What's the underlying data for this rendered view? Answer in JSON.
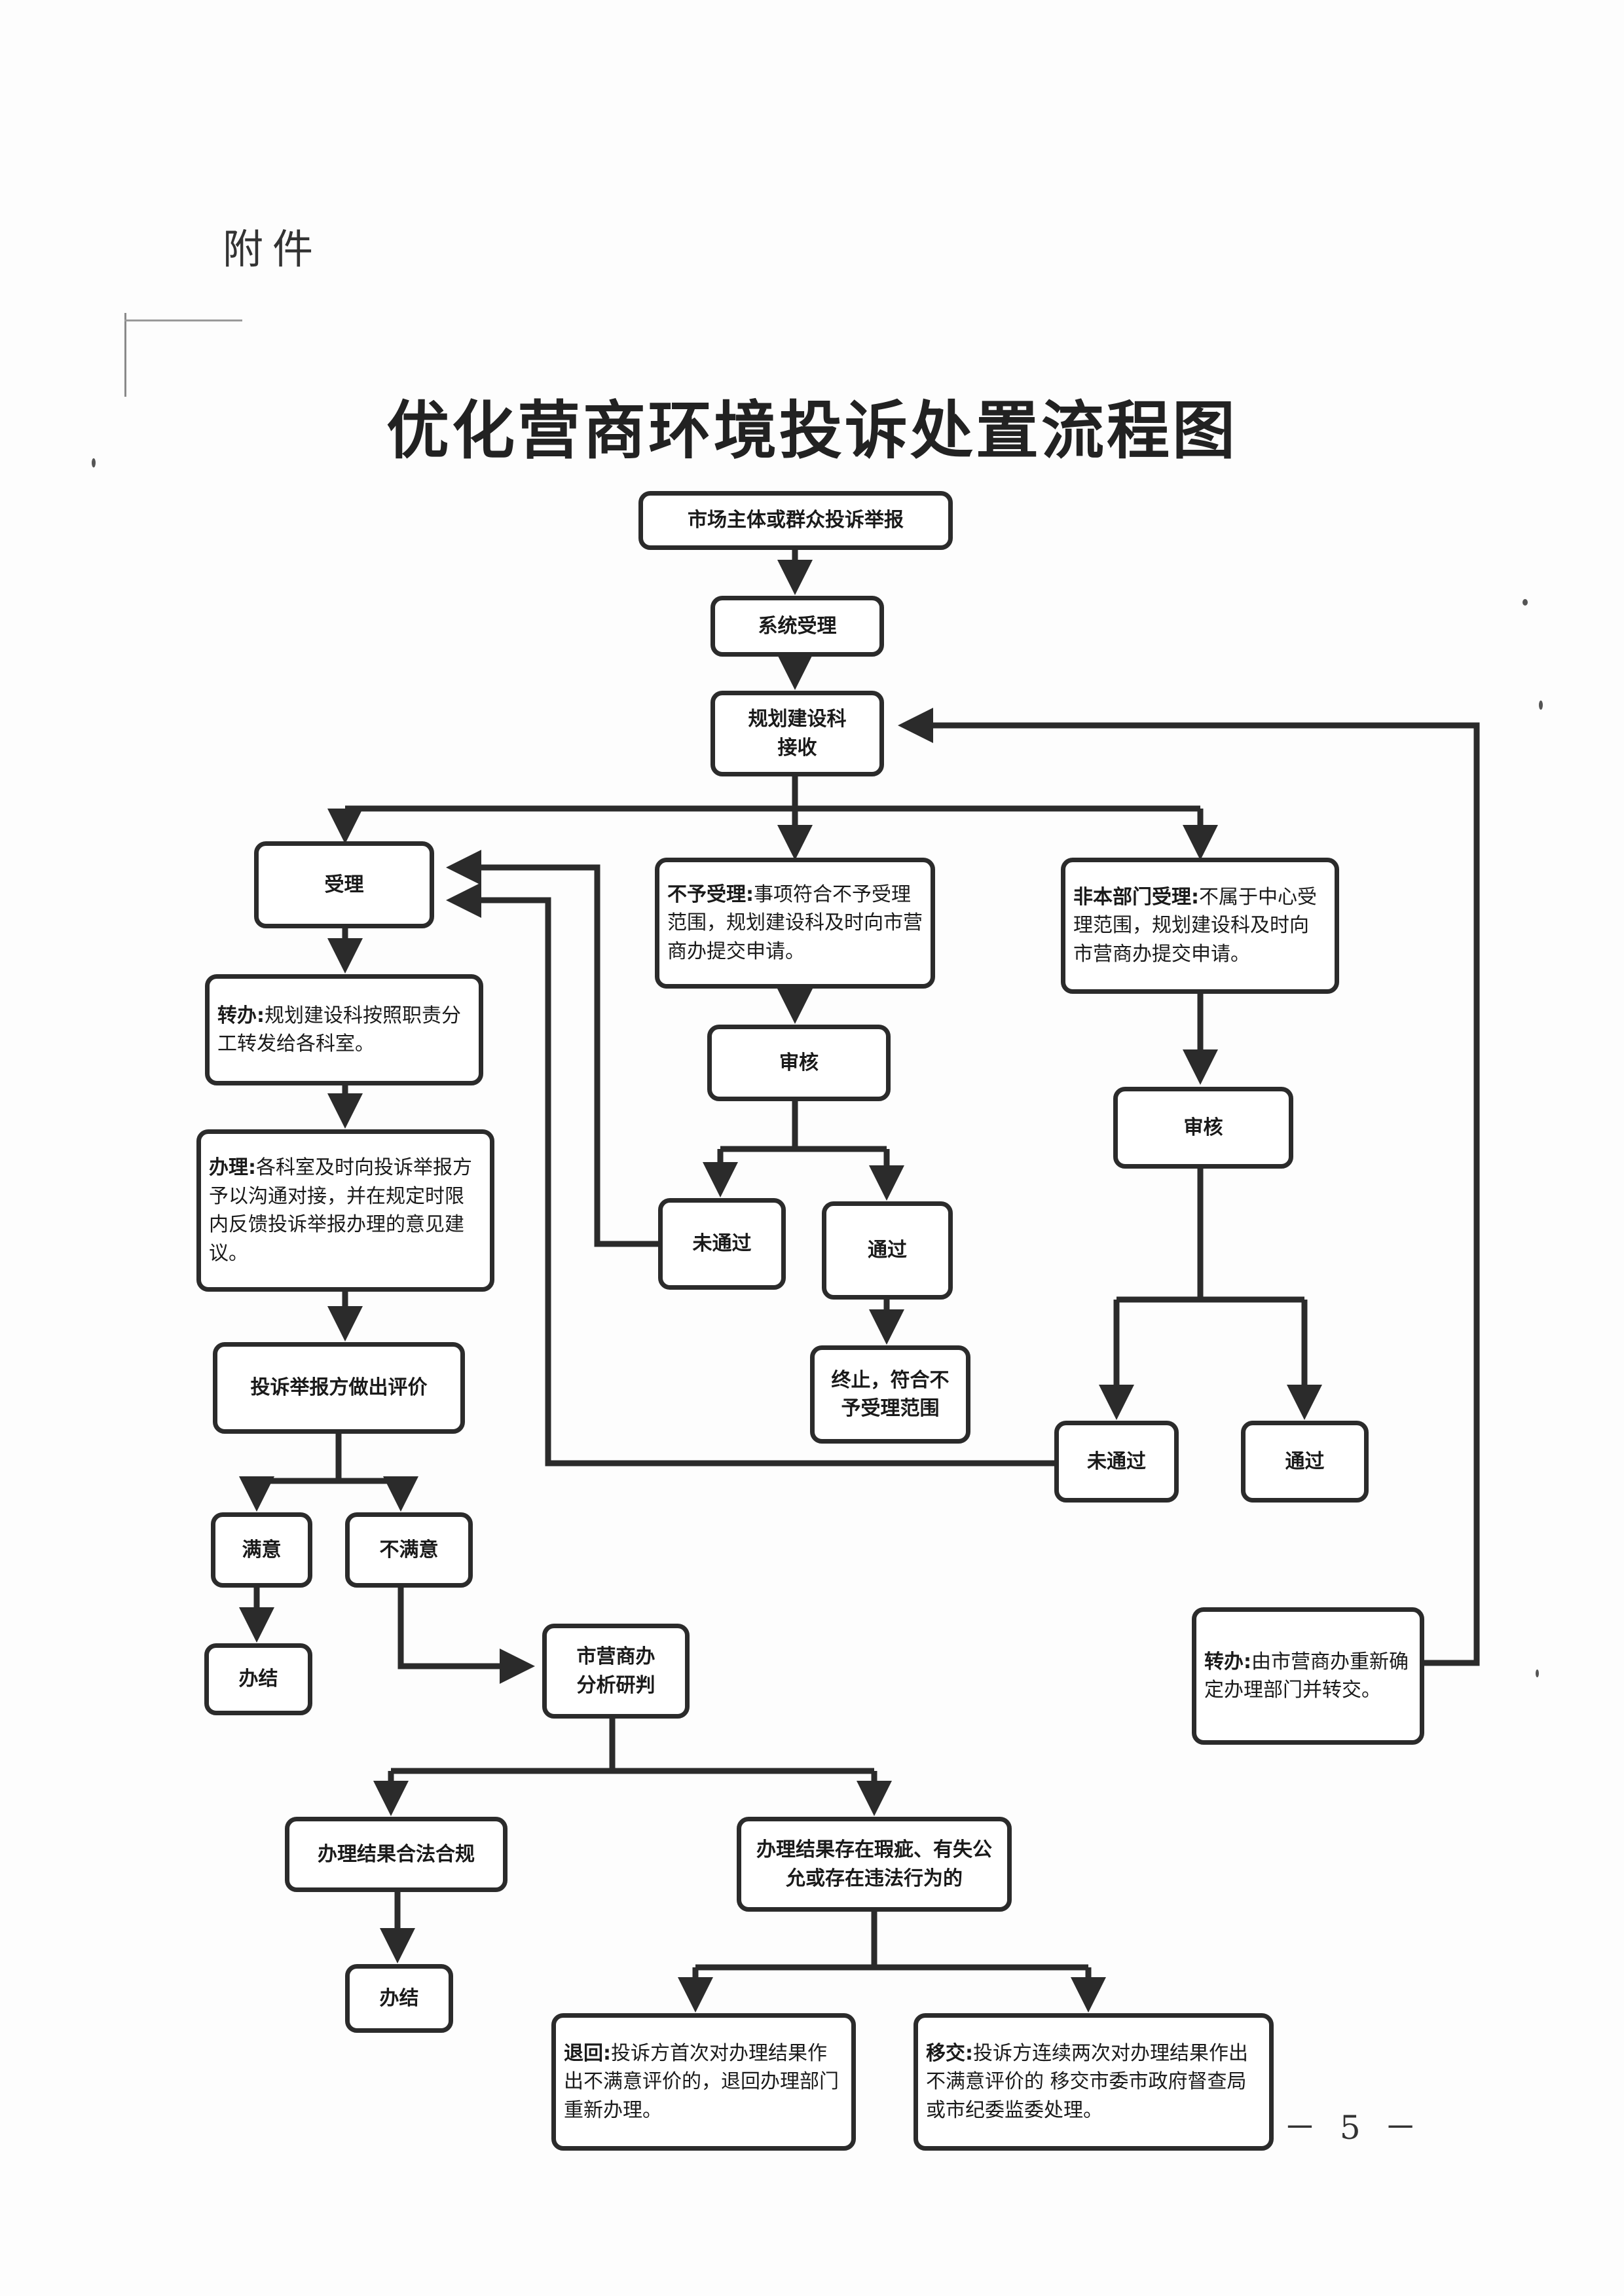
{
  "header": {
    "attachment_label": "附件",
    "title": "优化营商环境投诉处置流程图"
  },
  "nodes": {
    "report": "市场主体或群众投诉举报",
    "system_accept": "系统受理",
    "planning_receive": "规划建设科\n接收",
    "accept": "受理",
    "not_accept": {
      "lead": "不予受理:",
      "body": "事项符合不予受理范围，规划建设科及时向市营商办提交申请。"
    },
    "non_dept": {
      "lead": "非本部门受理:",
      "body": "不属于中心受理范围，规划建设科及时向市营商办提交申请。"
    },
    "transfer": {
      "lead": "转办:",
      "body": "规划建设科按照职责分工转发给各科室。"
    },
    "review_1": "审核",
    "review_2": "审核",
    "handle": {
      "lead": "办理:",
      "body": "各科室及时向投诉举报方予以沟通对接，并在规定时限内反馈投诉举报办理的意见建议。"
    },
    "not_pass_1": "未通过",
    "pass_1": "通过",
    "terminate": "终止，符合不予受理范围",
    "evaluate": "投诉举报方做出评价",
    "not_pass_2": "未通过",
    "pass_2": "通过",
    "satisfied": "满意",
    "unsatisfied": "不满意",
    "close_1": "办结",
    "analysis": "市营商办\n分析研判",
    "reassign": {
      "lead": "转办:",
      "body": "由市营商办重新确定办理部门并转交。"
    },
    "legal": "办理结果合法合规",
    "flawed": "办理结果存在瑕疵、有失公允或存在违法行为的",
    "close_2": "办结",
    "return": {
      "lead": "退回:",
      "body": "投诉方首次对办理结果作出不满意评价的，退回办理部门重新办理。"
    },
    "refer": {
      "lead": "移交:",
      "body": "投诉方连续两次对办理结果作出不满意评价的 移交市委市政府督查局或市纪委监委处理。"
    }
  },
  "footer": {
    "page_number": "－ 5 －"
  },
  "colors": {
    "line": "#2b2b2b",
    "text": "#1a1a1a",
    "background": "#fdfdfd"
  }
}
